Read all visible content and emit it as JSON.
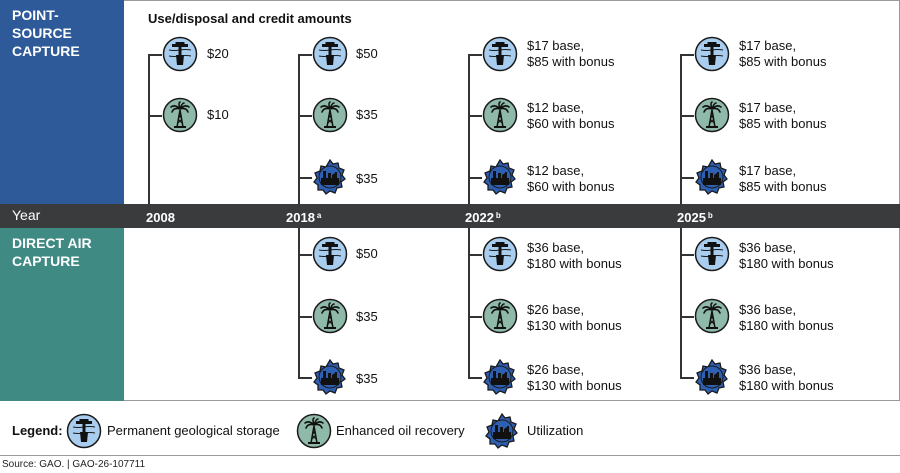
{
  "bands": {
    "point_source": "POINT-\nSOURCE\nCAPTURE",
    "direct_air": "DIRECT AIR\nCAPTURE"
  },
  "section_title": "Use/disposal and credit amounts",
  "timeline": {
    "title": "Year",
    "years": [
      {
        "label": "2008",
        "note": ""
      },
      {
        "label": "2018",
        "note": "a"
      },
      {
        "label": "2022",
        "note": "b"
      },
      {
        "label": "2025",
        "note": "b"
      }
    ]
  },
  "point_source": {
    "2008": {
      "storage": "$20",
      "eor": "$10"
    },
    "2018": {
      "storage": "$50",
      "eor": "$35",
      "utilization": "$35"
    },
    "2022": {
      "storage": "$17 base,\n$85 with bonus",
      "eor": "$12 base,\n$60 with bonus",
      "utilization": "$12 base,\n$60 with bonus"
    },
    "2025": {
      "storage": "$17 base,\n$85 with bonus",
      "eor": "$17 base,\n$85 with bonus",
      "utilization": "$17 base,\n$85 with bonus"
    }
  },
  "direct_air": {
    "2018": {
      "storage": "$50",
      "eor": "$35",
      "utilization": "$35"
    },
    "2022": {
      "storage": "$36 base,\n$180 with bonus",
      "eor": "$26 base,\n$130 with bonus",
      "utilization": "$26 base,\n$130 with bonus"
    },
    "2025": {
      "storage": "$36 base,\n$180 with bonus",
      "eor": "$36 base,\n$180 with bonus",
      "utilization": "$36 base,\n$180 with bonus"
    }
  },
  "legend": {
    "title": "Legend:",
    "items": [
      {
        "icon": "permanent-storage-icon",
        "label": "Permanent geological storage"
      },
      {
        "icon": "enhanced-oil-recovery-icon",
        "label": "Enhanced oil recovery"
      },
      {
        "icon": "utilization-icon",
        "label": "Utilization"
      }
    ]
  },
  "source": "Source: GAO.  |  GAO-26-107711",
  "colors": {
    "point_band": "#2e5a9a",
    "dac_band": "#3f8b84",
    "timeline": "#3a3b3d",
    "storage_fill": "#a9cdee",
    "eor_fill": "#8fb9a8",
    "utilization_fill": "#2f5fb0"
  }
}
